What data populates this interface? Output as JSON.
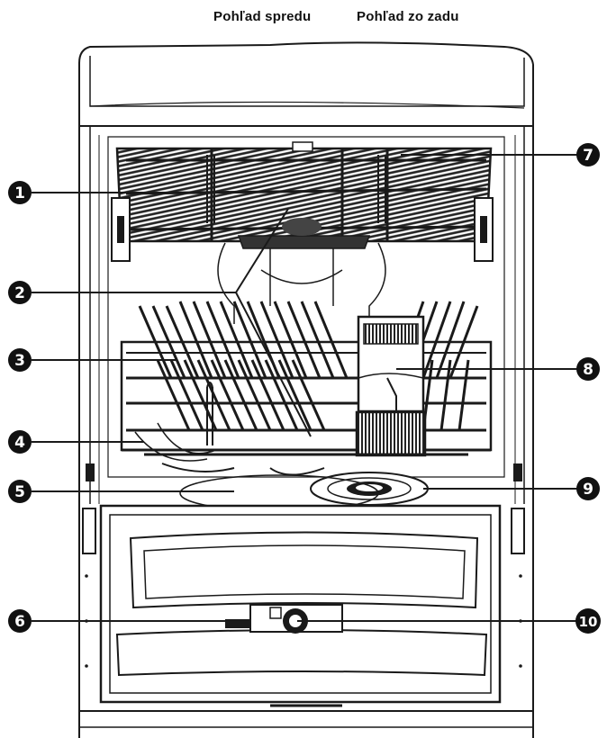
{
  "header": {
    "front_view": "Pohľad spredu",
    "back_view": "Pohľad zo zadu"
  },
  "callouts": [
    {
      "id": "1",
      "label": "1"
    },
    {
      "id": "2",
      "label": "2"
    },
    {
      "id": "3",
      "label": "3"
    },
    {
      "id": "4",
      "label": "4"
    },
    {
      "id": "5",
      "label": "5"
    },
    {
      "id": "6",
      "label": "6"
    },
    {
      "id": "7",
      "label": "7"
    },
    {
      "id": "8",
      "label": "8"
    },
    {
      "id": "9",
      "label": "9"
    },
    {
      "id": "10",
      "label": "10"
    }
  ],
  "colors": {
    "line": "#1a1a1a",
    "callout_fill": "#111111",
    "callout_text": "#ffffff",
    "background": "#ffffff"
  }
}
